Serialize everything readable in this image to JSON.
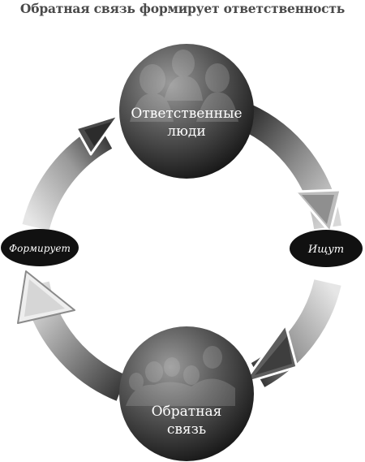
{
  "title": "Обратная связь формирует ответственность",
  "nodes": {
    "top": {
      "lines": [
        "Ответственные",
        "люди"
      ]
    },
    "bottom": {
      "lines": [
        "Обратная",
        "связь"
      ]
    }
  },
  "labels": {
    "right": "Ищут",
    "left": "Формирует"
  },
  "colors": {
    "sphere_dark": "#1a1a1a",
    "sphere_light": "#8c8c8c",
    "ellipse": "#111111",
    "arrow_light": "#e4e4e4",
    "arrow_dark": "#4a4a4a",
    "title": "#4a4a4a"
  }
}
